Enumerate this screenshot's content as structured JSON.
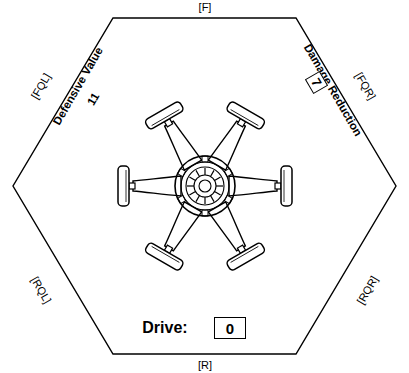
{
  "diagram": {
    "nodes": [
      {
        "text": [
          "Defensive Value",
          "11",
          "Damage Reduction",
          "Drive:"
        ]
      },
      {
        "text": [
          "7"
        ],
        "in": 0
      },
      {
        "text": [
          "0"
        ],
        "in": 0
      }
    ],
    "labels": [
      "[F]",
      "[FQR]",
      "[RQR]",
      "[R]",
      "[RQL]",
      "[FQL]"
    ]
  }
}
